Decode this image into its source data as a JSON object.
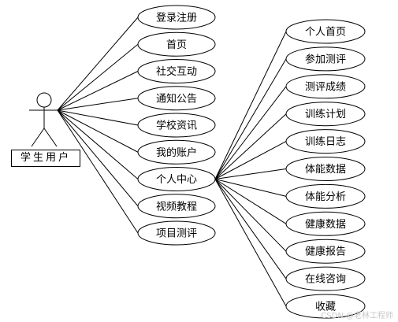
{
  "actor": {
    "label": "学生用户"
  },
  "use_cases_left": [
    "登录注册",
    "首页",
    "社交互动",
    "通知公告",
    "学校资讯",
    "我的账户",
    "个人中心",
    "视频教程",
    "项目测评"
  ],
  "hub_index": 6,
  "use_cases_right": [
    "个人首页",
    "参加测评",
    "测评成绩",
    "训练计划",
    "训练日志",
    "体能数据",
    "体能分析",
    "健康数据",
    "健康报告",
    "在线咨询",
    "收藏"
  ],
  "watermark": "CSDN @老林工程师",
  "colors": {
    "stroke": "#000000",
    "fill": "#ffffff"
  }
}
